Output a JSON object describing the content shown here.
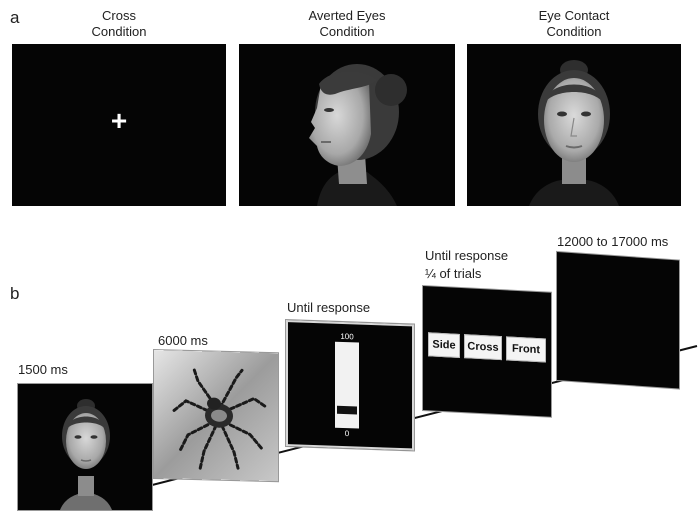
{
  "panel_a": {
    "label": "a",
    "conditions": [
      {
        "title_line1": "Cross",
        "title_line2": "Condition",
        "content": "fixation-cross",
        "cross_symbol": "+"
      },
      {
        "title_line1": "Averted Eyes",
        "title_line2": "Condition",
        "content": "face-profile"
      },
      {
        "title_line1": "Eye Contact",
        "title_line2": "Condition",
        "content": "face-frontal"
      }
    ]
  },
  "panel_b": {
    "label": "b",
    "screens": [
      {
        "time": "1500 ms",
        "content": "face-frontal"
      },
      {
        "time": "6000 ms",
        "content": "spider-image"
      },
      {
        "time": "Until response",
        "content": "rating-scale",
        "scale_max": "100",
        "scale_min": "0"
      },
      {
        "time_line1": "Until response",
        "time_line2": "¼ of trials",
        "content": "gaze-choice",
        "choices": [
          "Side",
          "Cross",
          "Front"
        ]
      },
      {
        "time": "12000 to 17000 ms",
        "content": "blank"
      }
    ]
  },
  "colors": {
    "screen_bg": "#050505",
    "cross": "#ffffff",
    "button_bg": "#f4f4f4"
  }
}
